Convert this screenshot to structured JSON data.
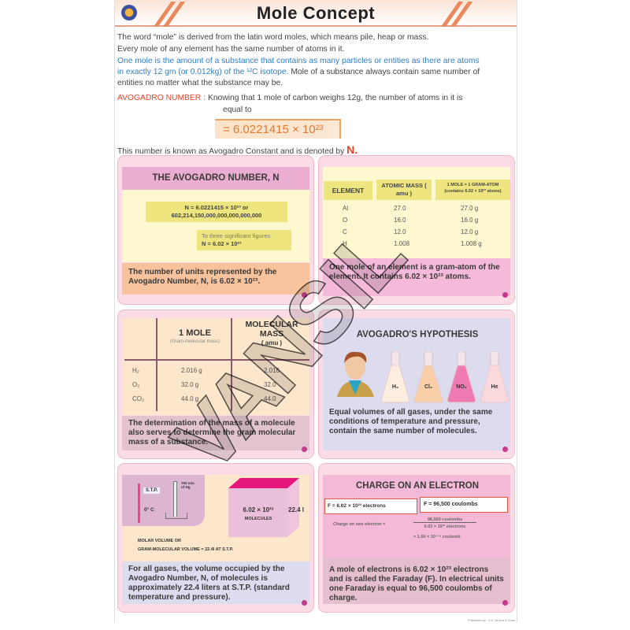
{
  "header": {
    "title": "Mole Concept"
  },
  "intro": {
    "line1": "The word “mole” is derived from the latin word moles, which means pile, heap or mass.",
    "line2": "Every mole of any element has the same number of atoms in it.",
    "line3_blue": "One mole is the amount of a substance that contains as many particles or entities as there are atoms",
    "line4_blue": "in exactly 12 gm (or 0.012kg) of the ¹²C isotope.",
    "line4_rest": " Mole of a substance always contain same number of",
    "line5": "entities no matter what the substance may  be.",
    "avogadro_label": "AVOGADRO NUMBER :",
    "avogadro_text1": "Knowing that 1 mole of carbon weighs 12g, the number of atoms in it is",
    "avogadro_text2": "equal to",
    "avogadro_value": "= 6.0221415 × 10²³",
    "constant_text": "This number is known as Avogadro Constant and is denoted by ",
    "constant_symbol": "N."
  },
  "panel1": {
    "title": "THE AVOGADRO NUMBER, N",
    "formula1": "N = 6.0221415 × 10²³ or",
    "formula2": "602,214,150,000,000,000,000,000",
    "sig_label": "To three significant figures",
    "sig_value": "N = 6.02 × 10²³",
    "footer": "The number of units represented by the Avogadro Number, N, is 6.02 × 10²³."
  },
  "panel2": {
    "headers": [
      "ELEMENT",
      "ATOMIC MASS ( amu )",
      "1 MOLE = 1 GRAM-ATOM (contains 6.02 × 10²³ atoms)"
    ],
    "rows": [
      [
        "Al",
        "27.0",
        "27.0 g"
      ],
      [
        "O",
        "16.0",
        "16.0 g"
      ],
      [
        "C",
        "12.0",
        "12.0 g"
      ],
      [
        "H",
        "1.008",
        "1.008 g"
      ]
    ],
    "footer": "One mole of an element is a gram-atom of the element. It contains 6.02 × 10²³ atoms."
  },
  "panel3": {
    "col1": "1 MOLE",
    "col1_sub": "(Gram-molecular mass)",
    "col2": "MOLECULAR MASS",
    "col2_sub": "( amu )",
    "rows": [
      [
        "H₂",
        "2.016 g",
        "2.016"
      ],
      [
        "O₂",
        "32.0 g",
        "32.0"
      ],
      [
        "CO₂",
        "44.0 g",
        "44.0"
      ]
    ],
    "footer": "The determination of the mass of a molecule also serves to determine the gram molecular mass of a substance."
  },
  "panel4": {
    "title": "AVOGADRO'S HYPOTHESIS",
    "flasks": [
      {
        "label": "H₂",
        "color": "#fbeede"
      },
      {
        "label": "Cl₂",
        "color": "#f8cfa6"
      },
      {
        "label": "NO₂",
        "color": "#ee7bb2"
      },
      {
        "label": "He",
        "color": "#f9d9dc"
      }
    ],
    "footer": "Equal volumes of all gases, under the same conditions of temperature and pressure, contain the same number of molecules."
  },
  "panel5": {
    "stp": "S.T.P.",
    "mm": "760 mm of Hg",
    "temp": "0° C",
    "cube_count": "6.02 × 10²³",
    "cube_label": "MOLECULES",
    "cube_volume": "22.4 l",
    "molar1": "MOLAR VOLUME OR",
    "molar2": "GRAM-MOLECULAR VOLUME  = 22.4l AT S.T.P.",
    "footer": "For all gases, the volume occupied by the Avogadro Number, N, of molecules is approximately 22.4 liters at S.T.P. (standard temperature and pressure)."
  },
  "panel6": {
    "title": "CHARGE ON AN ELECTRON",
    "box1": "F = 6.02 × 10²³ electrons",
    "box2": "F = 96,500 coulombs",
    "eq_label": "Charge on one electron =",
    "eq_num": "96,500 coulombs",
    "eq_den": "6.02 × 10²³ electrons",
    "eq_result": "= 1.60 × 10⁻¹⁹ coulomb",
    "footer": "A mole of electrons is 6.02 × 10²³ electrons and is called the Faraday (F). In electrical units one Faraday is equal to 96,500 coulombs of charge."
  },
  "watermark": "VANSIL",
  "credit": "Published by : S.K. Arvind & Sons"
}
